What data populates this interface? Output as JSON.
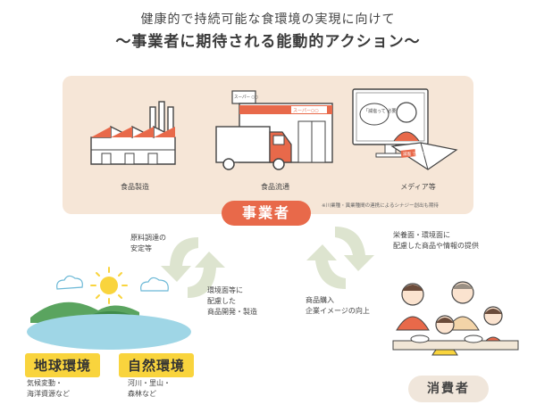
{
  "header": {
    "line1": "健康的で持続可能な食環境の実現に向けて",
    "line2": "〜事業者に期待される能動的アクション〜"
  },
  "operators": {
    "items": [
      {
        "label": "食品製造",
        "icon": "factory-icon"
      },
      {
        "label": "食品流通",
        "icon": "supermarket-truck-icon"
      },
      {
        "label": "メディア等",
        "icon": "media-monitor-icon"
      }
    ],
    "note": "※川業種・異業種間の連携によるシナジー創出も期待",
    "badge": "事業者",
    "screen_text": "「減塩って 必要？」",
    "book_text": "減塩 でも美味しい",
    "store_sign1": "スーパー ○○",
    "store_sign2": "スーパー○○"
  },
  "flows": {
    "top_left": [
      "原料調達の",
      "安定等"
    ],
    "bottom_left": [
      "環境面等に",
      "配慮した",
      "商品開発・製造"
    ],
    "top_right": [
      "栄養面・環境面に",
      "配慮した商品や情報の提供"
    ],
    "bottom_right": [
      "商品購入",
      "企業イメージの向上"
    ]
  },
  "environment": {
    "global": {
      "title": "地球環境",
      "lines": [
        "気候変動・",
        "海洋資源など"
      ]
    },
    "natural": {
      "title": "自然環境",
      "lines": [
        "河川・里山・",
        "森林など"
      ]
    }
  },
  "consumer": {
    "badge": "消費者",
    "icon": "family-eating-icon"
  },
  "colors": {
    "accent": "#e8694a",
    "panel": "#f6e6d7",
    "tag": "#f9d43d",
    "arrow": "#dde4cf"
  }
}
